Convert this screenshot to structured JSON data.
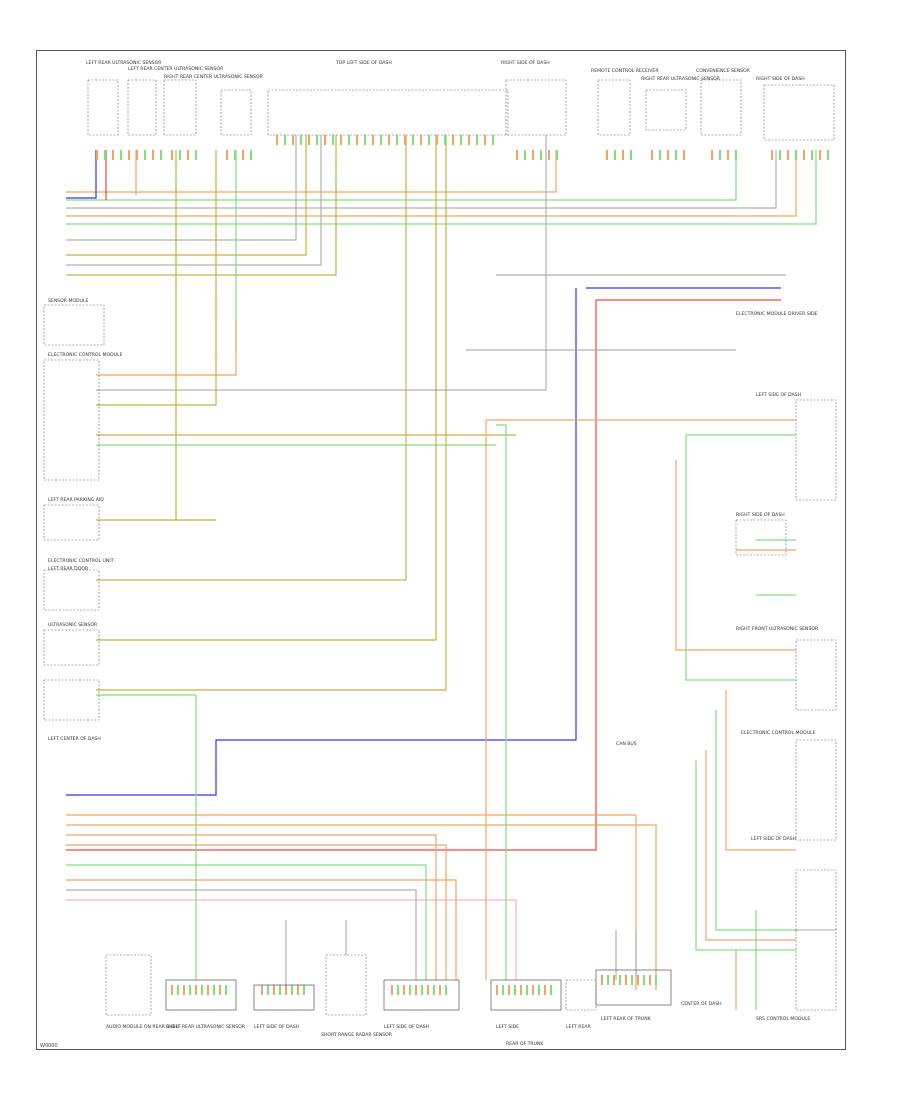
{
  "diagram": {
    "page_code": "W0000",
    "top_labels": [
      "LEFT REAR ULTRASONIC SENSOR",
      "LEFT REAR CENTER ULTRASONIC SENSOR",
      "RIGHT REAR CENTER ULTRASONIC SENSOR",
      "TOP LEFT SIDE OF DASH",
      "RIGHT SIDE OF DASH",
      "REMOTE CONTROL RECEIVER",
      "RIGHT REAR ULTRASONIC SENSOR",
      "CONVENIENCE SENSOR",
      "RIGHT SIDE OF DASH"
    ],
    "right_modules": [
      "ELECTRONIC MODULE DRIVER SIDE",
      "LEFT SIDE OF DASH",
      "RIGHT SIDE OF DASH",
      "RIGHT FRONT ULTRASONIC SENSOR",
      "ELECTRONIC CONTROL MODULE",
      "LEFT SIDE OF DASH",
      "SRS CONTROL MODULE"
    ],
    "left_modules": [
      "SENSOR MODULE",
      "ELECTRONIC CONTROL MODULE",
      "LEFT REAR PARKING AID",
      "ELECTRONIC CONTROL UNIT",
      "LEFT REAR DOOR",
      "ULTRASONIC SENSOR",
      "LEFT CENTER OF DASH"
    ],
    "bottom_labels": [
      "AUDIO MODULE ON REAR SHELF",
      "RIGHT REAR ULTRASONIC SENSOR",
      "LEFT SIDE OF DASH",
      "SHORT RANGE RADAR SENSOR",
      "LEFT SIDE OF DASH",
      "LEFT SIDE",
      "LEFT REAR",
      "LEFT REAR OF TRUNK",
      "CENTER OF DASH"
    ],
    "center_label": "CAN BUS",
    "bottom_caption": "REAR OF TRUNK",
    "colors": {
      "orange": "#f4a460",
      "green": "#7fe07f",
      "blue": "#3333ff",
      "red": "#ff4040",
      "gray": "#b0b0b0",
      "olive": "#c8b040",
      "pink": "#ffb0c0"
    }
  }
}
